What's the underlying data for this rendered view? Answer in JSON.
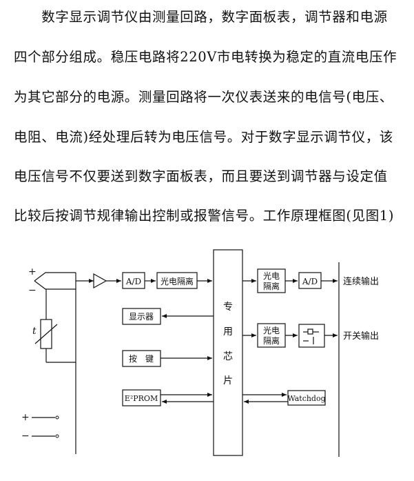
{
  "paragraph": {
    "lines": [
      "　　数字显示调节仪由测量回路，数字面板表，调节器和电源",
      "四个部分组成。稳压电路将220V市电转换为稳定的直流电压作",
      "为其它部分的电源。测量回路将一次仪表送来的电信号(电压、",
      "电阻、电流)经处理后转为电压信号。对于数字显示调节仪，该",
      "电压信号不仅要送到数字面板表，而且要送到调节器与设定值",
      "比较后按调节规律输出控制或报警信号。工作原理框图(见图1)"
    ]
  },
  "diagram": {
    "input_plus": "+",
    "input_minus": "−",
    "thermistor_label": "t",
    "power_plus": "+",
    "power_minus": "−",
    "ad_left": "A/D",
    "isolator_left": "光电隔离",
    "display": "显示器",
    "keypad": "按　键",
    "eeprom": "E²PROM",
    "chip_chars": [
      "专",
      "用",
      "芯",
      "片"
    ],
    "isolator_top_line1": "光电",
    "isolator_top_line2": "隔离",
    "ad_right": "A/D",
    "continuous_output": "连续输出",
    "isolator_bottom_line1": "光电",
    "isolator_bottom_line2": "隔离",
    "switch_output": "开关输出",
    "watchdog": "Watchdog"
  }
}
